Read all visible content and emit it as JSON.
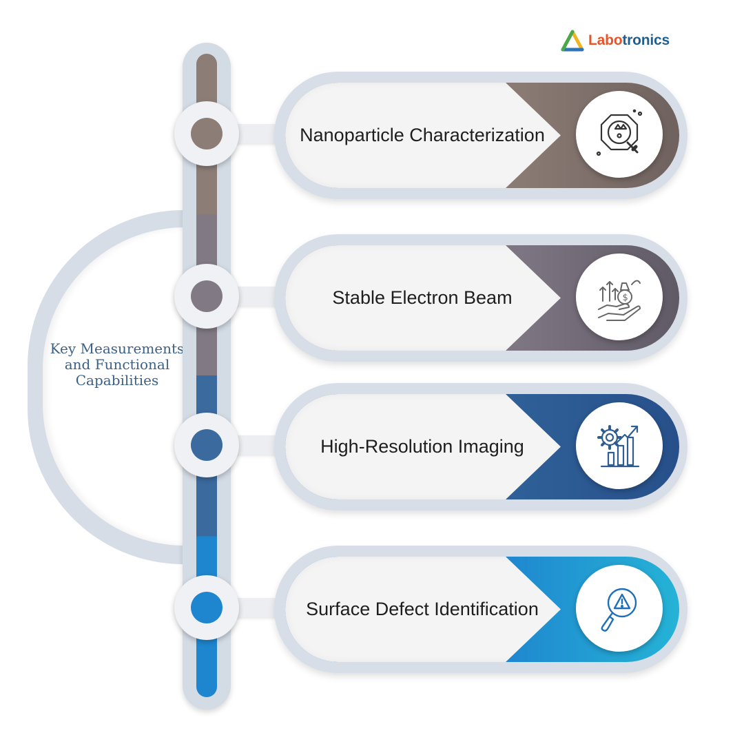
{
  "brand": {
    "name_part1": "Labo",
    "name_part2": "tronics"
  },
  "center_title": "Key Measurements and Functional Capabilities",
  "items": [
    {
      "label": "Nanoparticle Characterization",
      "icon": "nanoparticle-inspect-icon",
      "color": "#8c7d77"
    },
    {
      "label": "Stable Electron Beam",
      "icon": "hand-money-growth-icon",
      "color": "#817a85"
    },
    {
      "label": "High-Resolution Imaging",
      "icon": "gear-bar-chart-icon",
      "color": "#3b6a9e"
    },
    {
      "label": "Surface Defect Identification",
      "icon": "warning-magnifier-icon",
      "color": "#1e86cf"
    }
  ],
  "colors": {
    "title": "#3c5f86",
    "rail_frame": "#d3dbe5",
    "logo_orange": "#e9532a",
    "logo_blue": "#1f5f8f"
  }
}
